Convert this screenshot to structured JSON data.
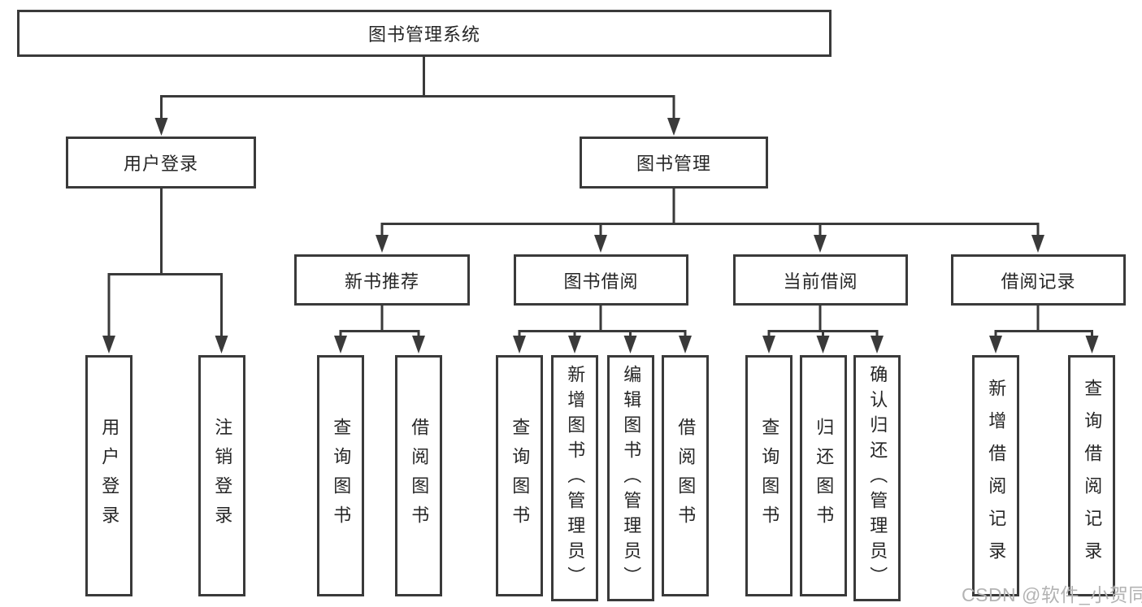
{
  "colors": {
    "background": "#ffffff",
    "line": "#3a3a3a",
    "box_border": "#3a3a3a",
    "text": "#262626",
    "watermark": "#b3b3b3"
  },
  "diagram": {
    "root": {
      "label": "图书管理系统",
      "children": [
        {
          "label": "用户登录",
          "children": [
            {
              "label": "用户登录"
            },
            {
              "label": "注销登录"
            }
          ]
        },
        {
          "label": "图书管理",
          "children": [
            {
              "label": "新书推荐",
              "children": [
                {
                  "label": "查询图书"
                },
                {
                  "label": "借阅图书"
                }
              ]
            },
            {
              "label": "图书借阅",
              "children": [
                {
                  "label": "查询图书"
                },
                {
                  "label": "新增图书（管理员）"
                },
                {
                  "label": "编辑图书（管理员）"
                },
                {
                  "label": "借阅图书"
                }
              ]
            },
            {
              "label": "当前借阅",
              "children": [
                {
                  "label": "查询图书"
                },
                {
                  "label": "归还图书"
                },
                {
                  "label": "确认归还（管理员）"
                }
              ]
            },
            {
              "label": "借阅记录",
              "children": [
                {
                  "label": "新增借阅记录"
                },
                {
                  "label": "查询借阅记录"
                }
              ]
            }
          ]
        }
      ]
    }
  },
  "watermark": {
    "text": "CSDN @软件_小贺同学"
  }
}
